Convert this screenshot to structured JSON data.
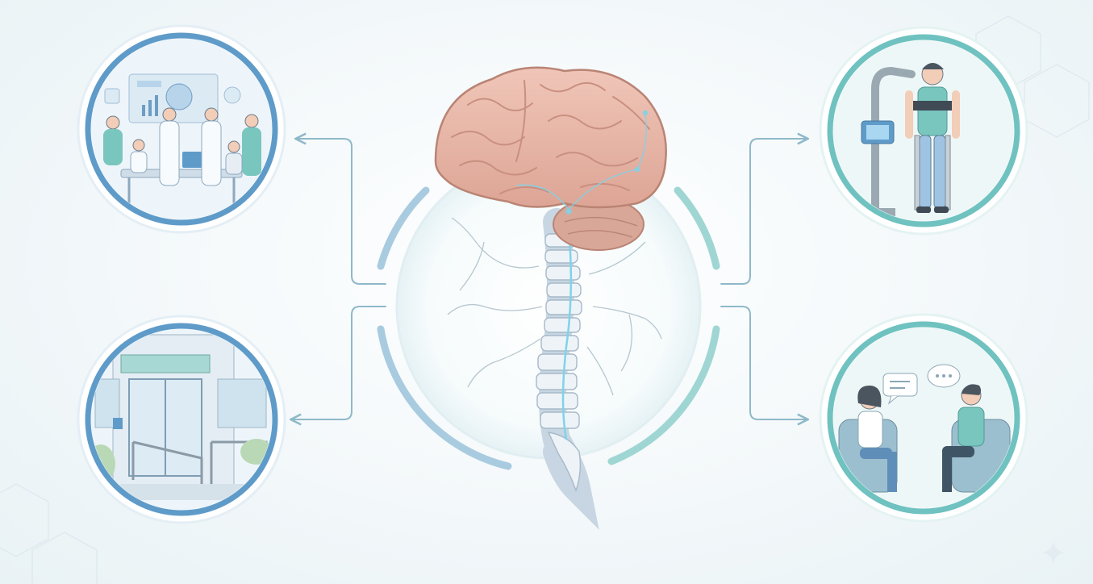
{
  "diagram": {
    "hub": {
      "subject": "brain-and-spinal-cord-icon"
    },
    "panels": [
      {
        "id": "care-team",
        "icon": "medical-team-meeting-icon",
        "arrow": "outgoing"
      },
      {
        "id": "accessibility",
        "icon": "accessible-building-entrance-icon",
        "arrow": "outgoing"
      },
      {
        "id": "rehab-robotics",
        "icon": "exoskeleton-rehabilitation-icon",
        "arrow": "outgoing"
      },
      {
        "id": "counseling",
        "icon": "conversation-counseling-icon",
        "arrow": "outgoing"
      }
    ],
    "colors": {
      "left_ring": "#5f9bc9",
      "right_ring": "#6fc2c0",
      "arrow": "#8fb9c9",
      "brain": "#e9b8a8",
      "brain_fold": "#c98f80",
      "spine": "#dfe9f2",
      "nerve_glow": "#7fd3ea"
    }
  }
}
